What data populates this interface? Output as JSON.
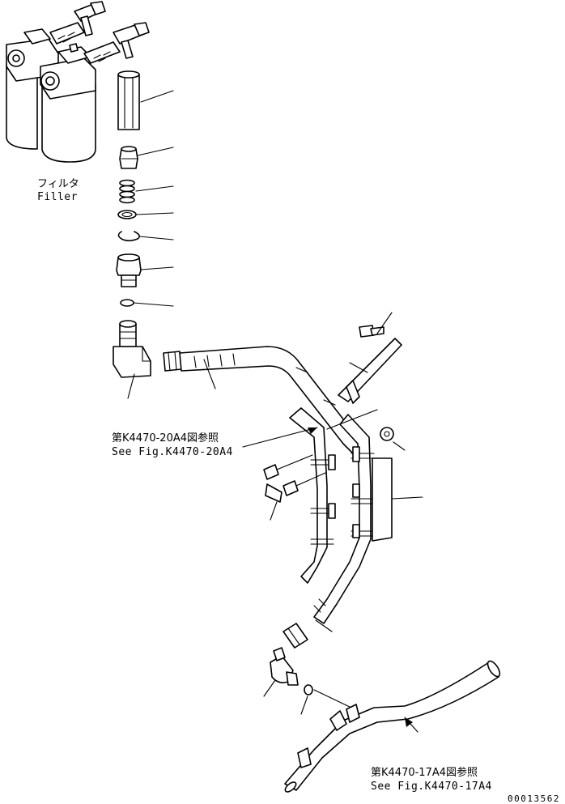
{
  "labels": {
    "filter_jp": "フィルタ",
    "filter_en": "Filler",
    "ref1_jp": "第K4470-20A4図参照",
    "ref1_en": "See Fig.K4470-20A4",
    "ref2_jp": "第K4470-17A4図参照",
    "ref2_en": "See Fig.K4470-17A4",
    "drawing_number": "00013562"
  }
}
